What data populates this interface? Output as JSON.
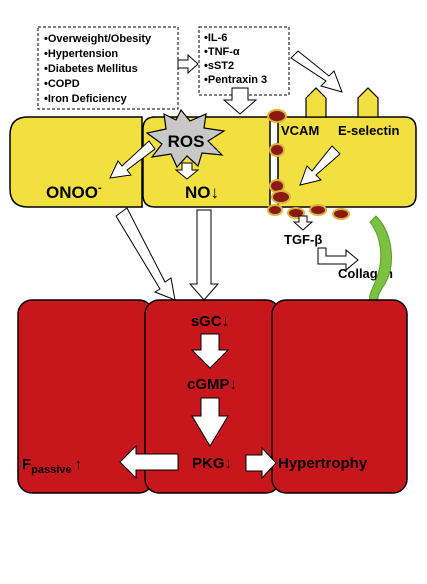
{
  "risk_factors": [
    "•Overweight/Obesity",
    "•Hypertension",
    "•Diabetes Mellitus",
    "•COPD",
    "•Iron Deficiency"
  ],
  "mediators": [
    "•IL-6",
    "•TNF-α",
    "•sST2",
    "•Pentraxin 3"
  ],
  "endothelium": {
    "ros": "ROS",
    "vcam": "VCAM",
    "e_selectin": "E-selectin",
    "onoo": "ONOO",
    "onoo_sup": "-",
    "no": "NO↓"
  },
  "tgf_beta": "TGF-β",
  "collagen": "Collagen",
  "cardiomyocyte": {
    "sgc": "sGC↓",
    "cgmp": "cGMP↓",
    "pkg": "PKG↓",
    "f": "F",
    "passive": "passive",
    "up_arrow": "↑",
    "hypertrophy": "Hypertrophy"
  },
  "colors": {
    "endothelial_fill": "#f2e040",
    "myocyte_fill": "#c8161d",
    "leukocyte_fill": "#8b1a10",
    "leukocyte_ring": "#d8b440",
    "collagen_green": "#7cc242",
    "ros_burst": "#c8c8c8"
  }
}
